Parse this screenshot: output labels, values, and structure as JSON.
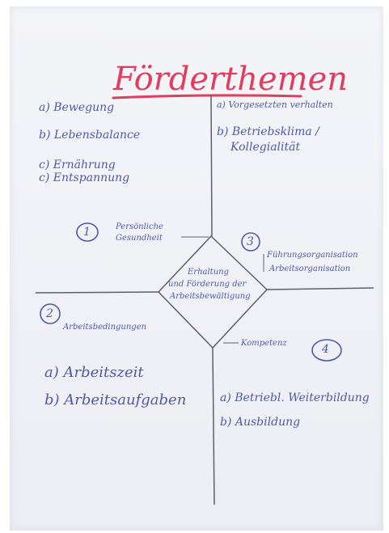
{
  "title": "Förderthemen",
  "colors": {
    "title": "#e13d5e",
    "ink": "#4e5aa8",
    "lines": "#5c6068",
    "paper": "#f2f3f7"
  },
  "center": {
    "line1": "Erhaltung",
    "line2": "und Förderung der",
    "line3": "Arbeitsbewältigung"
  },
  "quadrants": {
    "q1": {
      "number": "1",
      "label_line1": "Persönliche",
      "label_line2": "Gesundheit",
      "items": [
        "a) Bewegung",
        "b) Lebensbalance",
        "c) Ernährung",
        "c) Entspannung"
      ]
    },
    "q2": {
      "number": "2",
      "label": "Arbeitsbedingungen",
      "items": [
        "a) Arbeitszeit",
        "b) Arbeitsaufgaben"
      ]
    },
    "q3": {
      "number": "3",
      "label_line1": "Führungsorganisation",
      "label_line2": "Arbeitsorganisation",
      "items": [
        "a) Vorgesetzten verhalten",
        "b) Betriebsklima /",
        "Kollegialität"
      ]
    },
    "q4": {
      "number": "4",
      "label": "Kompetenz",
      "items": [
        "a) Betriebl. Weiterbildung",
        "b) Ausbildung"
      ]
    }
  }
}
